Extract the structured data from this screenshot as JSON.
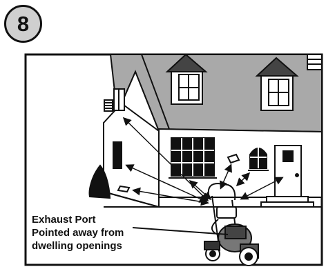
{
  "step": {
    "number": "8"
  },
  "figure": {
    "caption_lines": [
      "Exhaust Port",
      "Pointed away from",
      "dwelling openings"
    ]
  },
  "colors": {
    "ink": "#111111",
    "roof_fill": "#a9a9a9",
    "badge_fill": "#cfcfcf",
    "background": "#ffffff"
  }
}
